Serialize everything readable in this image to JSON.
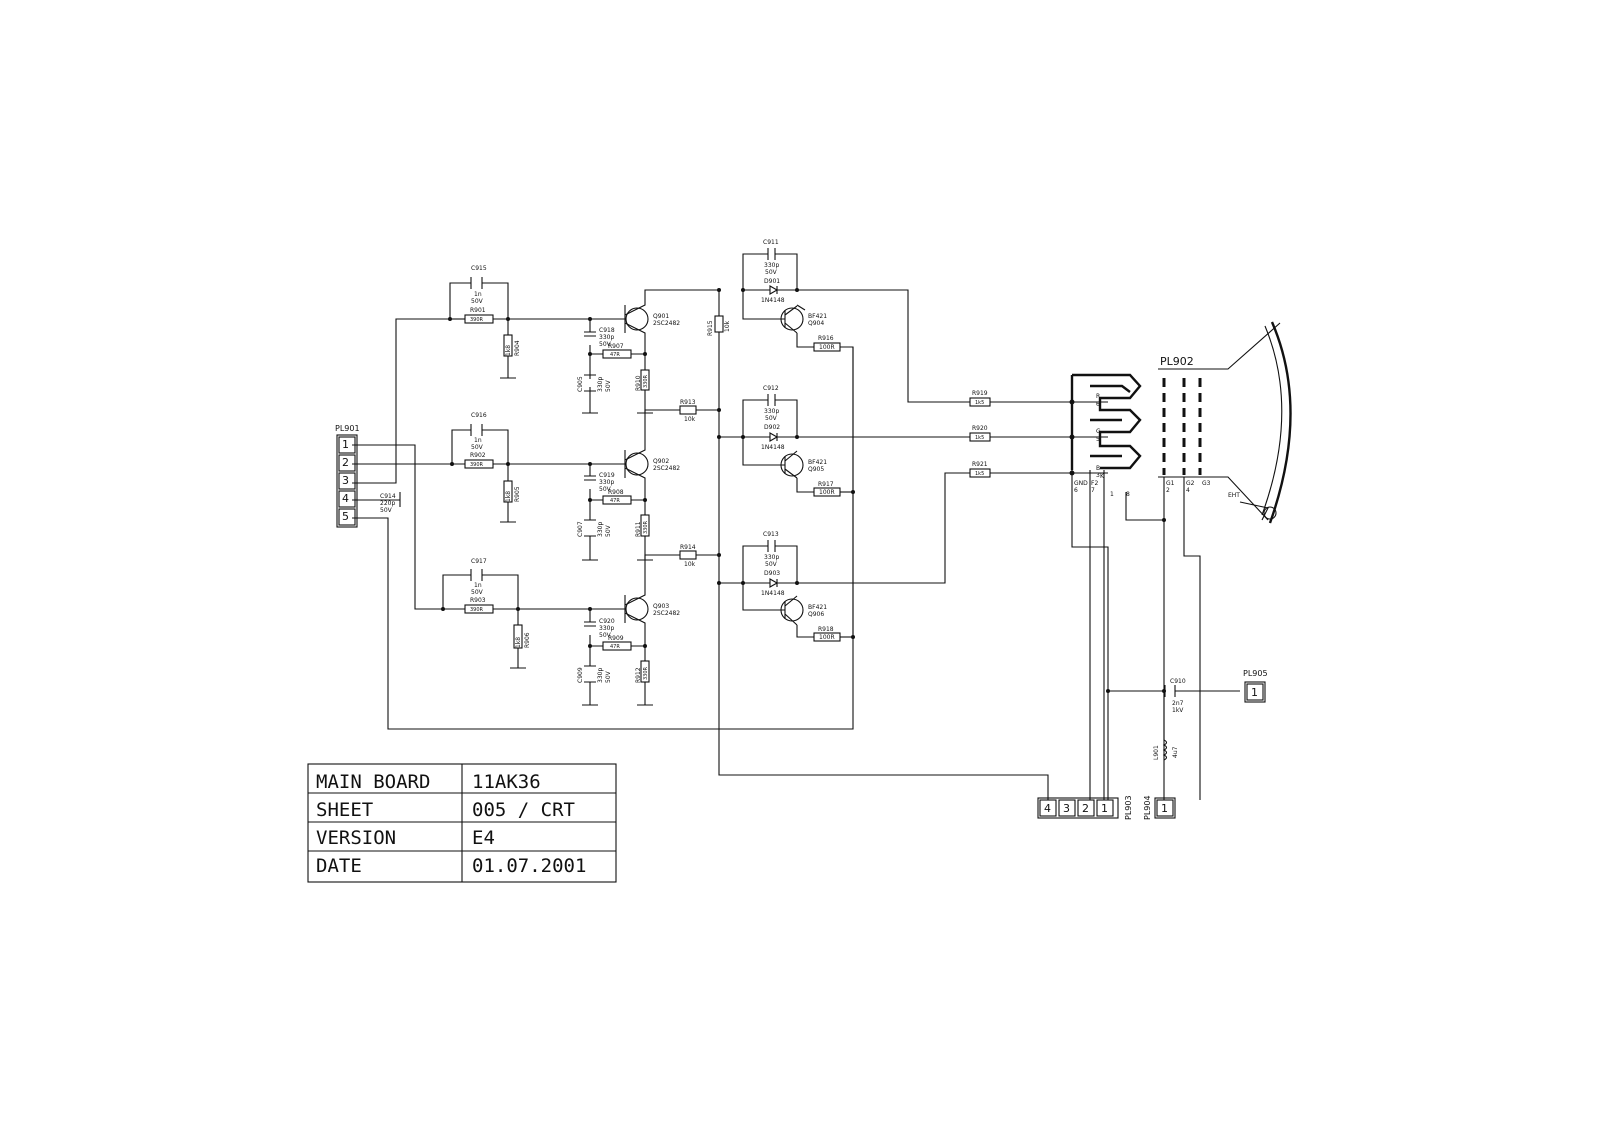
{
  "title_block": {
    "board_label": "MAIN BOARD",
    "board_value": "11AK36",
    "sheet_label": "SHEET",
    "sheet_value": "005 / CRT",
    "version_label": "VERSION",
    "version_value": "E4",
    "date_label": "DATE",
    "date_value": "01.07.2001"
  },
  "connectors": {
    "pl901": "PL901",
    "pl901_pins": [
      "1",
      "2",
      "3",
      "4",
      "5"
    ],
    "pl902": "PL902",
    "pl903": "PL903",
    "pl903_pins": [
      "4",
      "3",
      "2",
      "1"
    ],
    "pl904": "PL904",
    "pl904_pins": [
      "1"
    ],
    "pl905": "PL905",
    "pl905_pins": [
      "1"
    ]
  },
  "components": {
    "c915": "C915",
    "c915_v": "1n",
    "c915_r": "50V",
    "c916": "C916",
    "c916_v": "1n",
    "c916_r": "50V",
    "c917": "C917",
    "c917_v": "1n",
    "c917_r": "50V",
    "r901": "R901",
    "r901_v": "390R",
    "r902": "R902",
    "r902_v": "390R",
    "r903": "R903",
    "r903_v": "390R",
    "r904": "R904",
    "r904_v": "1k8",
    "r905": "R905",
    "r905_v": "1k8",
    "r906": "R906",
    "r906_v": "1k8",
    "c918": "C918",
    "c918_v": "330p",
    "c918_r": "50V",
    "c919": "C919",
    "c919_v": "330p",
    "c919_r": "50V",
    "c920": "C920",
    "c920_v": "330p",
    "c920_r": "50V",
    "r907": "R907",
    "r907_v": "47R",
    "r908": "R908",
    "r908_v": "47R",
    "r909": "R909",
    "r909_v": "47R",
    "c905": "C905",
    "c905_v": "330p",
    "c905_r": "50V",
    "c907": "C907",
    "c907_v": "330p",
    "c907_r": "50V",
    "c909": "C909",
    "c909_v": "330p",
    "c909_r": "50V",
    "r910": "R910",
    "r910_v": "330R",
    "r911": "R911",
    "r911_v": "330R",
    "r912": "R912",
    "r912_v": "330R",
    "q901": "Q901",
    "q901_t": "2SC2482",
    "q902": "Q902",
    "q902_t": "2SC2482",
    "q903": "Q903",
    "q903_t": "2SC2482",
    "r913": "R913",
    "r913_v": "10k",
    "r914": "R914",
    "r914_v": "10k",
    "r915": "R915",
    "r915_v": "10k",
    "c911": "C911",
    "c911_v": "330p",
    "c911_r": "50V",
    "c912": "C912",
    "c912_v": "330p",
    "c912_r": "50V",
    "c913": "C913",
    "c913_v": "330p",
    "c913_r": "50V",
    "d901": "D901",
    "d901_t": "1N4148",
    "d902": "D902",
    "d902_t": "1N4148",
    "d903": "D903",
    "d903_t": "1N4148",
    "q904": "Q904",
    "q904_t": "BF421",
    "q905": "Q905",
    "q905_t": "BF421",
    "q906": "Q906",
    "q906_t": "BF421",
    "r916": "R916",
    "r916_v": "100R",
    "r917": "R917",
    "r917_v": "100R",
    "r918": "R918",
    "r918_v": "100R",
    "r919": "R919",
    "r919_v": "1k5",
    "r920": "R920",
    "r920_v": "1k5",
    "r921": "R921",
    "r921_v": "1k5",
    "c914": "C914",
    "c914_v": "220p",
    "c914_r": "50V",
    "c910": "C910",
    "c910_v": "2n7",
    "c910_r": "1kV",
    "l901": "L901",
    "l901_v": "4u7"
  },
  "crt_pins": {
    "red": "R",
    "green": "G",
    "blue": "B",
    "n6": "6",
    "n5": "5",
    "n3": "3",
    "gnd": "GND",
    "gnd_n": "6",
    "f2": "F2",
    "f2_n": "7",
    "n8": "8",
    "f1": "1",
    "k": "K",
    "g1": "G1",
    "g1_n": "2",
    "g2": "G2",
    "g2_n": "4",
    "g3": "G3",
    "eht": "EHT"
  }
}
